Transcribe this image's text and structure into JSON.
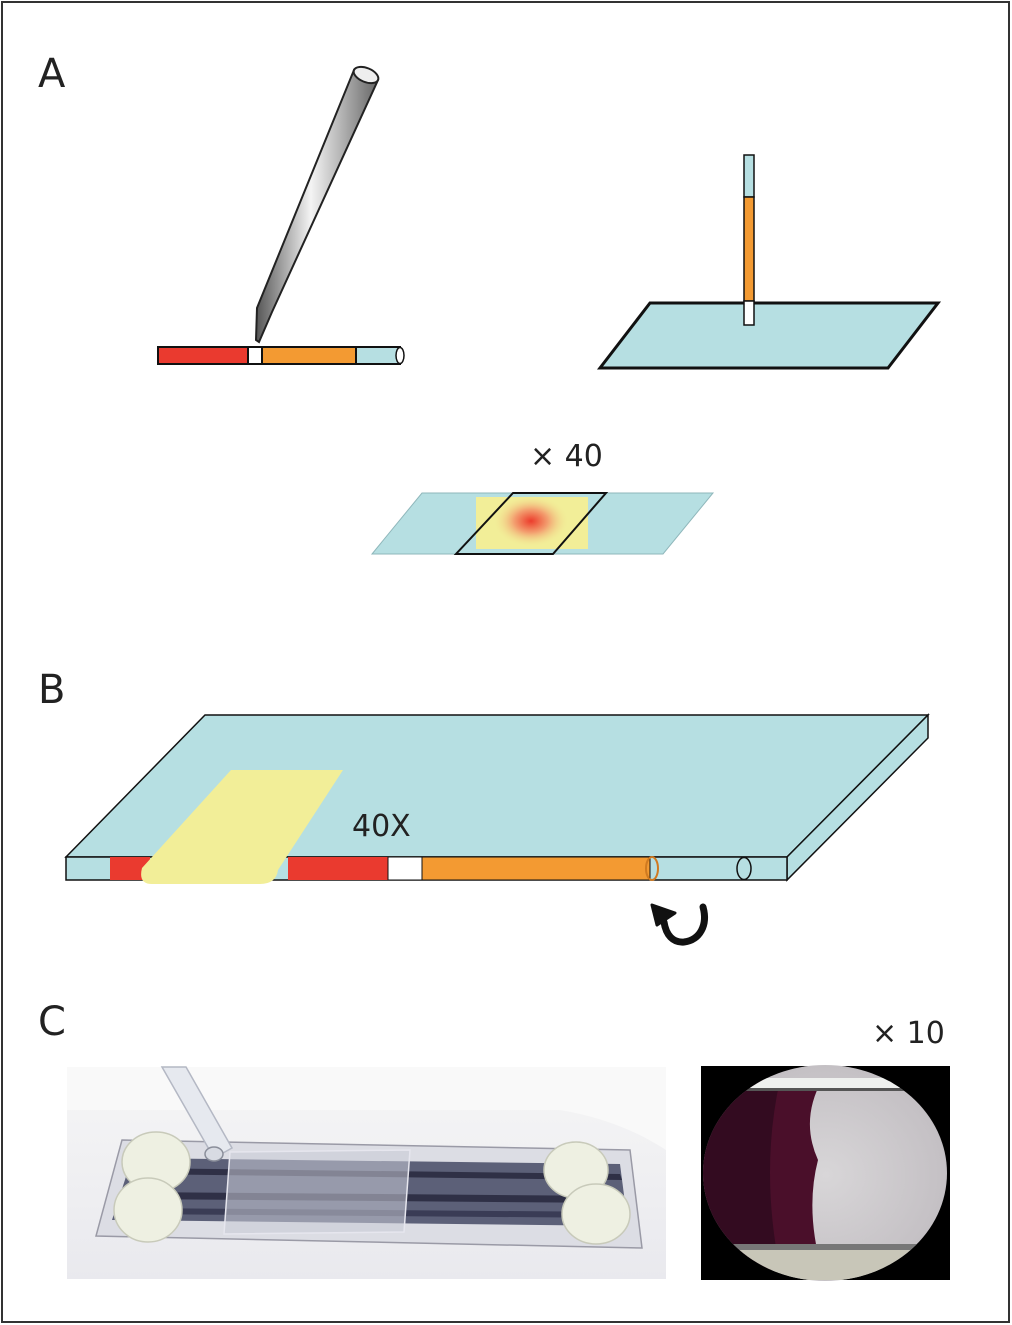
{
  "panels": {
    "a": {
      "label": "A",
      "magnification": "× 40"
    },
    "b": {
      "label": "B",
      "magnification": "40X"
    },
    "c": {
      "label": "C",
      "magnification": "× 10"
    }
  },
  "colors": {
    "frame": "#333333",
    "slide": "#b6dfe2",
    "red": "#ea3a2f",
    "orange": "#f39a32",
    "yellow": "#f2ee98",
    "outline": "#111111",
    "glass_bg": "#f2f2f2"
  },
  "icons": [
    "pipette",
    "capillary-tube",
    "glass-slide",
    "coverslip",
    "rotate-arrow-icon",
    "photo-slide-setup",
    "photo-microscope-view"
  ]
}
